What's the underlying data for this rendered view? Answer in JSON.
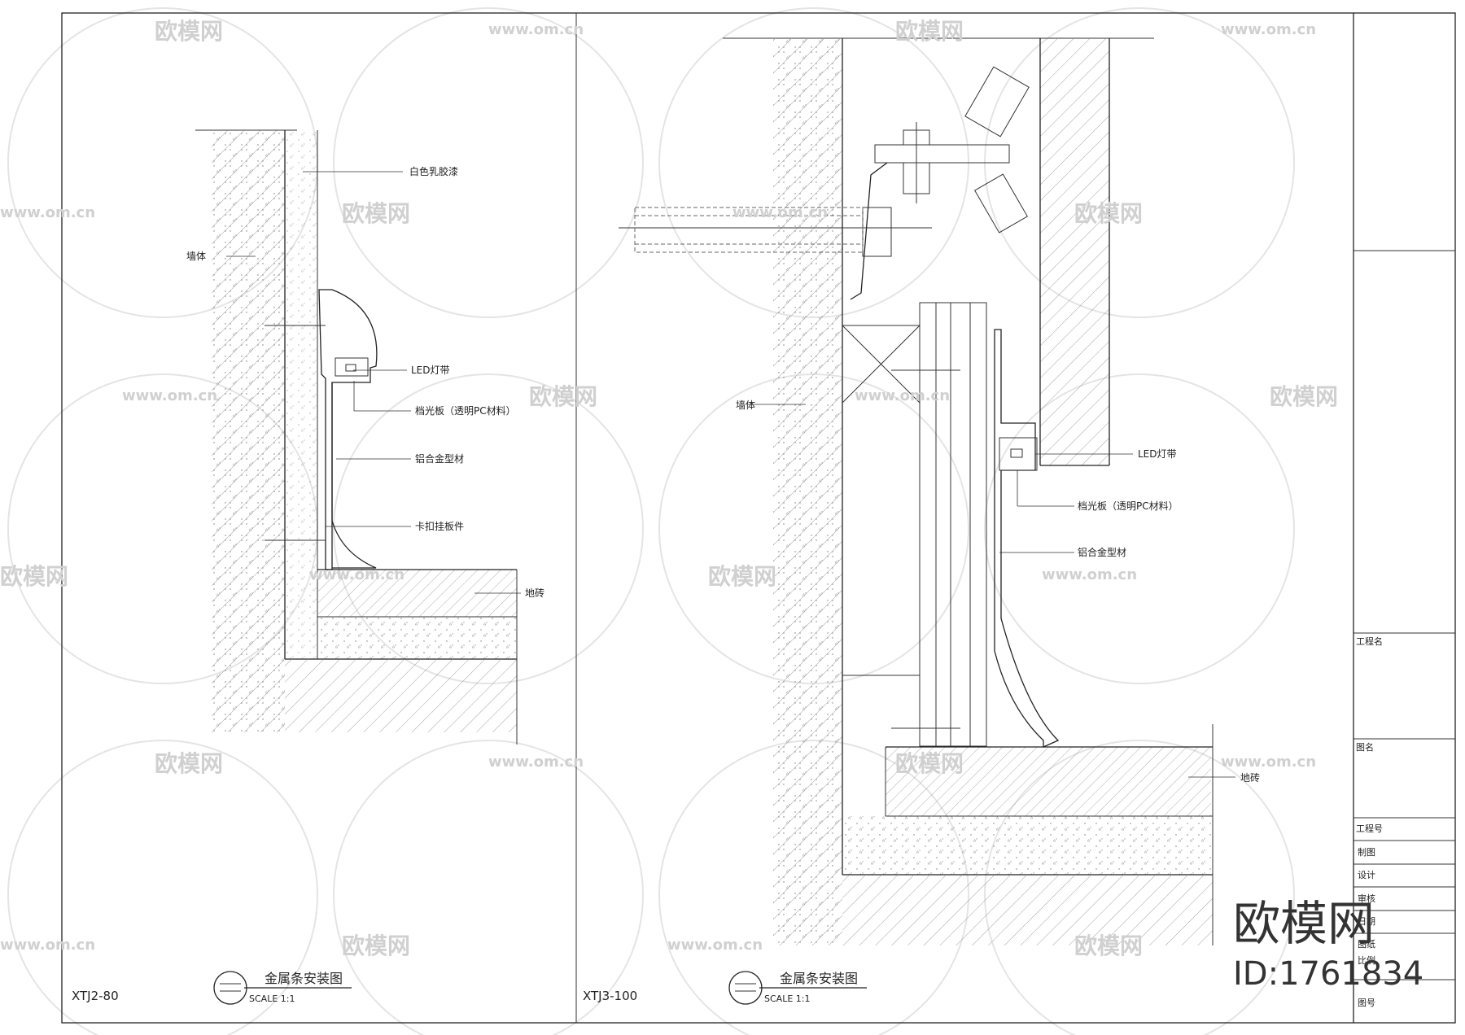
{
  "detail_left": {
    "code": "XTJ2-80",
    "title": "金属条安装图",
    "scale": "SCALE 1:1",
    "labels": {
      "paint": "白色乳胶漆",
      "wall": "墙体",
      "led": "LED灯带",
      "diffuser": "档光板（透明PC材料）",
      "profile": "铝合金型材",
      "clip": "卡扣挂板件",
      "tile": "地砖"
    }
  },
  "detail_right": {
    "code": "XTJ3-100",
    "title": "金属条安装图",
    "scale": "SCALE 1:1",
    "labels": {
      "wall": "墙体",
      "led": "LED灯带",
      "diffuser": "档光板（透明PC材料）",
      "profile": "铝合金型材",
      "tile": "地砖"
    }
  },
  "title_block": {
    "project_name": "工程名",
    "drawing_name": "图名",
    "project_no": "工程号",
    "drafted": "制图",
    "design": "设计",
    "review": "审核",
    "date": "日期",
    "drawing": "图纸",
    "ratio": "比例",
    "drawing_no": "图号"
  },
  "watermark": {
    "brand": "欧模网",
    "id": "ID:1761834",
    "url": "www.om.cn"
  }
}
